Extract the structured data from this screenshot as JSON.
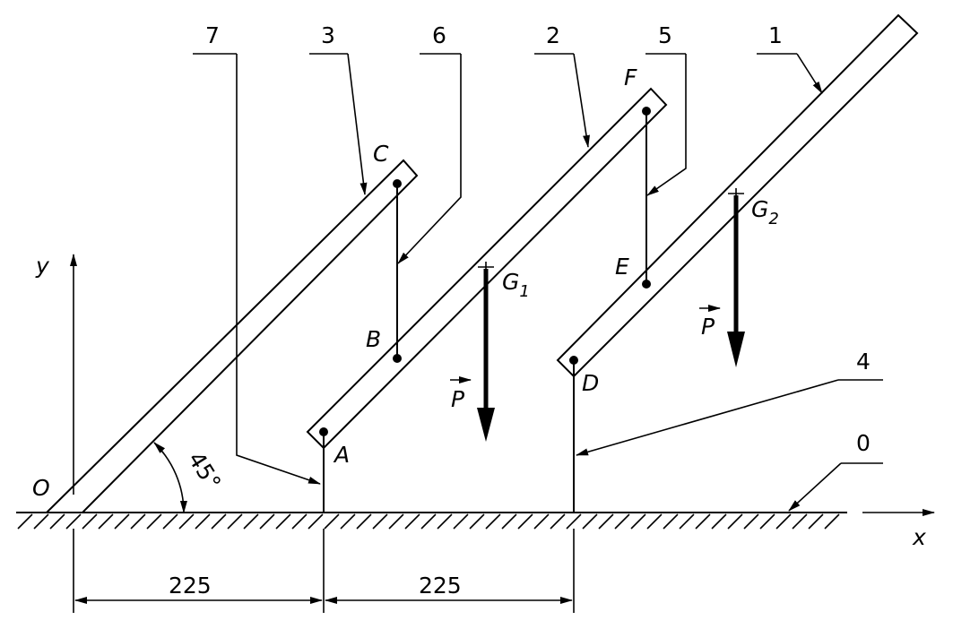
{
  "angle_label": "45°",
  "dimensions": {
    "left": "225",
    "right": "225"
  },
  "axes": {
    "x": "x",
    "y": "y"
  },
  "origin": "O",
  "points": {
    "A": "A",
    "B": "B",
    "C": "C",
    "D": "D",
    "E": "E",
    "F": "F"
  },
  "centers": {
    "g1": {
      "letter": "G",
      "sub": "1"
    },
    "g2": {
      "letter": "G",
      "sub": "2"
    }
  },
  "force": "P",
  "parts": {
    "p0": "0",
    "p1": "1",
    "p2": "2",
    "p3": "3",
    "p4": "4",
    "p5": "5",
    "p6": "6",
    "p7": "7"
  }
}
